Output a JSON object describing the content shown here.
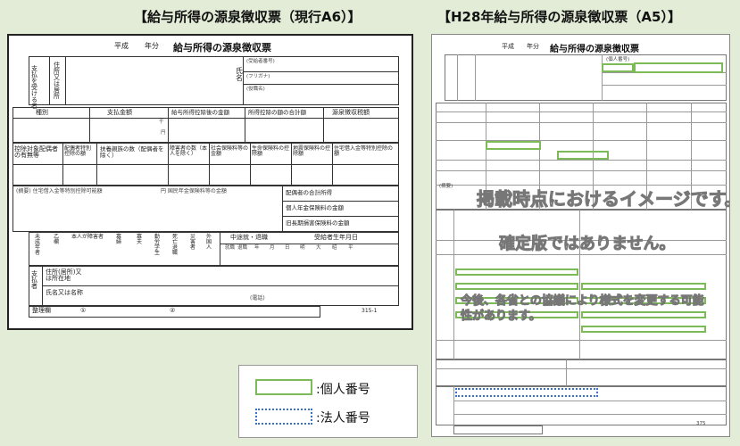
{
  "captions": {
    "current": "【給与所得の源泉徴収票（現行A6）】",
    "h28": "【H28年給与所得の源泉徴収票（A5）】"
  },
  "form_a6": {
    "era": "平成",
    "year_label": "年分",
    "title": "給与所得の源泉徴収票",
    "recipient_label": "支払を受ける者",
    "address_label": "住所又は居所",
    "name_label": "氏名",
    "id_number_label": "(受給者番号)",
    "furigana_label": "(フリガナ)",
    "position_label": "(役職名)",
    "columns": [
      "種別",
      "支払金額",
      "給与所得控除後の金額",
      "所得控除の額の合計額",
      "源泉徴収税額"
    ],
    "deduction_row": [
      "控除対象配偶者の有無等",
      "配偶者特別控除の額",
      "扶養親族の数（配偶者を除く）",
      "障害者の数（本人を除く）",
      "社会保険料等の金額",
      "生命保険料の控除額",
      "地震保険料の控除額",
      "住宅借入金等特別控除の額"
    ],
    "currency_units": [
      "千",
      "円"
    ],
    "summary_note": "(摘要) 住宅借入金等特別控除可能額",
    "pension_note": "円 国民年金保険料等の金額",
    "spouse_total_label": "配偶者の合計所得",
    "private_pension_label": "個人年金保険料の金額",
    "old_ltc_label": "旧長期損害保険料の金額",
    "status_labels": [
      "未成年者",
      "乙欄",
      "本人が障害者",
      "寡婦",
      "寡夫",
      "勤労学生",
      "死亡退職",
      "災害者",
      "外国人"
    ],
    "employment_label": "中途就・退職",
    "birthdate_label": "受給者生年月日",
    "date_parts": [
      "就職",
      "退職",
      "年",
      "月",
      "日",
      "明",
      "大",
      "昭",
      "平"
    ],
    "payer_label": "支払者",
    "payer_address_label": "住所(居所)又は所在地",
    "payer_name_label": "氏名又は名称",
    "phone_label": "(電話)",
    "admin_label": "整理欄",
    "circle_1": "①",
    "circle_2": "②",
    "form_code": "315-1"
  },
  "form_a5": {
    "era": "平成",
    "year_label": "年分",
    "title": "給与所得の源泉徴収票",
    "personal_number_label": "(個人番号)",
    "summary_label": "(摘要)",
    "watermark_1": "掲載時点におけるイメージです。",
    "watermark_2": "確定版ではありません。",
    "watermark_3": "今後、各省との協議により様式を変更する可能性があります。",
    "form_code": "375"
  },
  "legend": {
    "personal_label": ":個人番号",
    "corporate_label": ":法人番号"
  },
  "colors": {
    "background": "#e2ecd7",
    "personal_number": "#7dbb58",
    "corporate_number": "#3a72c8"
  }
}
